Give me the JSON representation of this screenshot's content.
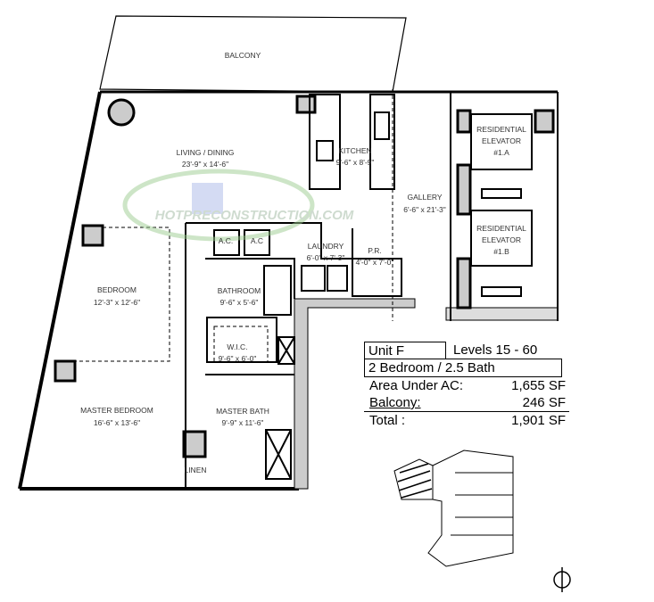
{
  "rooms": {
    "balcony": "BALCONY",
    "living_dining": {
      "name": "LIVING / DINING",
      "size": "23'-9\" x 14'-6\""
    },
    "kitchen": {
      "name": "KITCHEN",
      "size": "9'-6\" x 8'-9\""
    },
    "gallery": {
      "name": "GALLERY",
      "size": "6'-6\" x 21'-3\""
    },
    "ac1": "A.C.",
    "ac2": "A.C",
    "laundry": {
      "name": "LAUNDRY",
      "size": "6'-0\" x 7'-3\""
    },
    "powder_room": {
      "name": "P.R.",
      "size": "4'-0\" x 7'-0\""
    },
    "bedroom": {
      "name": "BEDROOM",
      "size": "12'-3\" x 12'-6\""
    },
    "bathroom": {
      "name": "BATHROOM",
      "size": "9'-6\" x 5'-6\""
    },
    "wic": {
      "name": "W.I.C.",
      "size": "9'-6\" x 6'-0\""
    },
    "master_bedroom": {
      "name": "MASTER BEDROOM",
      "size": "16'-6\" x 13'-6\""
    },
    "master_bath": {
      "name": "MASTER BATH",
      "size": "9'-9\" x 11'-6\""
    },
    "linen": "LINEN",
    "elevator_a": [
      "RESIDENTIAL",
      "ELEVATOR",
      "#1.A"
    ],
    "elevator_b": [
      "RESIDENTIAL",
      "ELEVATOR",
      "#1.B"
    ]
  },
  "watermark": "HOTPRECONSTRUCTION.COM",
  "info": {
    "unit": "Unit  F",
    "levels": "Levels 15 - 60",
    "type": "2 Bedroom / 2.5 Bath",
    "area_label": "Area Under AC:",
    "area_value": "1,655 SF",
    "balcony_label": "Balcony:",
    "balcony_value": "246 SF",
    "total_label": "Total :",
    "total_value": "1,901 SF"
  },
  "colors": {
    "wall": "#000000",
    "column": "#d0d0d0",
    "watermark": "#a8d8a0"
  }
}
